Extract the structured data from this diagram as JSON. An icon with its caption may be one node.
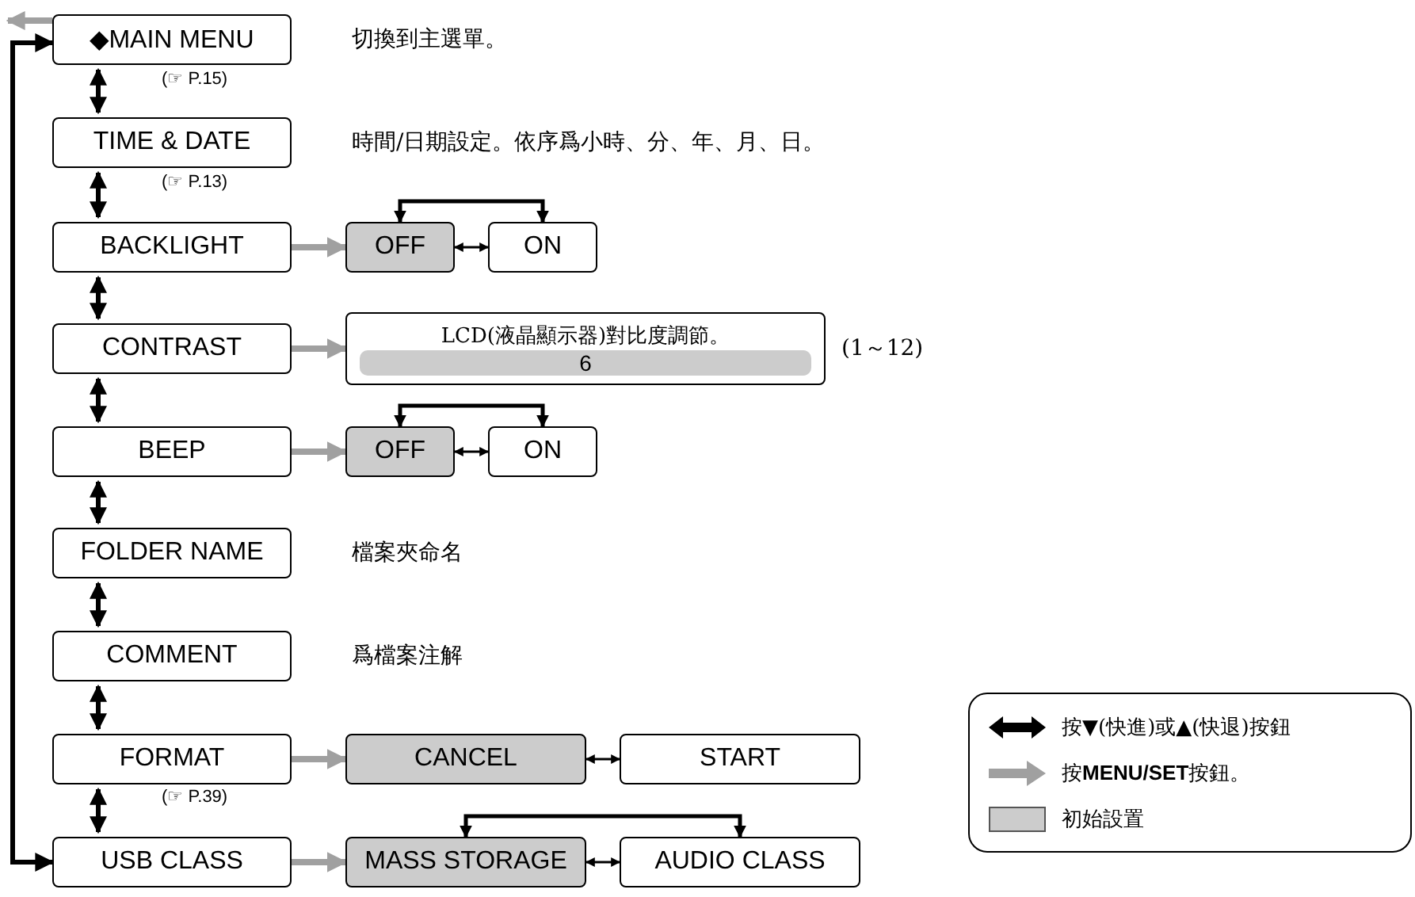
{
  "diagram": {
    "nodes": [
      {
        "text": [
          "◆MAIN MENU"
        ],
        "beside": [
          "切換到主選單。",
          "(☞ P.15)"
        ]
      },
      {
        "text": [
          "TIME & DATE"
        ],
        "beside": [
          "時間/日期設定。依序爲小時、分、年、月、日。",
          "(☞ P.13)"
        ]
      },
      {
        "text": [
          "BACKLIGHT"
        ]
      },
      {
        "text": [
          "OFF"
        ]
      },
      {
        "text": [
          "ON"
        ]
      },
      {
        "text": [
          "CONTRAST"
        ]
      },
      {
        "text": [
          "LCD(液晶顯示器)對比度調節。",
          "6"
        ],
        "beside": [
          "(1～12)"
        ]
      },
      {
        "text": [
          "BEEP"
        ]
      },
      {
        "text": [
          "OFF"
        ]
      },
      {
        "text": [
          "ON"
        ]
      },
      {
        "text": [
          "FOLDER NAME"
        ],
        "beside": [
          "檔案夾命名"
        ]
      },
      {
        "text": [
          "COMMENT"
        ],
        "beside": [
          "爲檔案注解"
        ]
      },
      {
        "text": [
          "FORMAT"
        ],
        "beside": [
          "(☞ P.39)"
        ]
      },
      {
        "text": [
          "CANCEL"
        ]
      },
      {
        "text": [
          "START"
        ]
      },
      {
        "text": [
          "USB CLASS"
        ]
      },
      {
        "text": [
          "MASS STORAGE"
        ]
      },
      {
        "text": [
          "AUDIO CLASS"
        ]
      }
    ],
    "edges": [
      {
        "from": 0,
        "to": null,
        "arrow": "to",
        "color": "#a0a0a0"
      },
      {
        "from": 0,
        "to": 1,
        "arrow": "both"
      },
      {
        "from": 1,
        "to": 2,
        "arrow": "both"
      },
      {
        "from": 2,
        "to": 3,
        "arrow": "to",
        "color": "#a0a0a0"
      },
      {
        "from": 3,
        "to": 4,
        "arrow": "both"
      },
      {
        "from": 3,
        "to": 4,
        "arrow": "both"
      },
      {
        "from": 2,
        "to": 5,
        "arrow": "both"
      },
      {
        "from": 5,
        "to": 6,
        "arrow": "to",
        "color": "#a0a0a0"
      },
      {
        "from": 5,
        "to": 7,
        "arrow": "both"
      },
      {
        "from": 7,
        "to": 8,
        "arrow": "to",
        "color": "#a0a0a0"
      },
      {
        "from": 8,
        "to": 9,
        "arrow": "both"
      },
      {
        "from": 8,
        "to": 9,
        "arrow": "both"
      },
      {
        "from": 7,
        "to": 10,
        "arrow": "both"
      },
      {
        "from": 10,
        "to": 11,
        "arrow": "both"
      },
      {
        "from": 11,
        "to": 12,
        "arrow": "both"
      },
      {
        "from": 12,
        "to": 13,
        "arrow": "to",
        "color": "#a0a0a0"
      },
      {
        "from": 13,
        "to": 14,
        "arrow": "both"
      },
      {
        "from": 12,
        "to": 15,
        "arrow": "both"
      },
      {
        "from": 15,
        "to": 16,
        "arrow": "to",
        "color": "#a0a0a0"
      },
      {
        "from": 16,
        "to": 17,
        "arrow": "both"
      },
      {
        "from": 16,
        "to": 17,
        "arrow": "both"
      },
      {
        "from": 15,
        "to": 0,
        "arrow": "both"
      }
    ],
    "legend": [
      {
        "text": "按▼(快進)或▲(快退)按鈕"
      },
      {
        "text": "按**MENU/SET**按鈕。"
      },
      {
        "text": "初始設置",
        "color": "#cccccc"
      }
    ]
  }
}
